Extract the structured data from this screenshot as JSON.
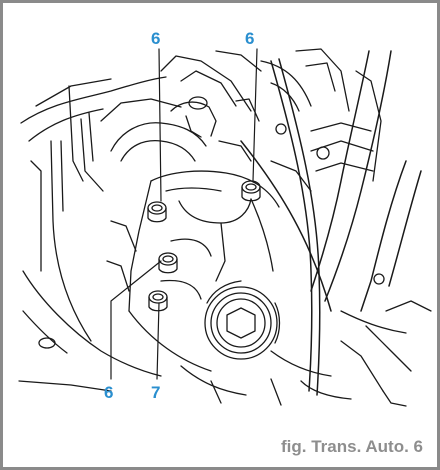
{
  "callouts": {
    "top_left": "6",
    "top_right": "6",
    "bottom_left": "6",
    "bottom_right": "7"
  },
  "caption": "fig. Trans. Auto. 6",
  "colors": {
    "callout": "#2a8fcf",
    "caption": "#8e8e8e",
    "line": "#1a1a1a",
    "frame": "#8a8a8a"
  }
}
